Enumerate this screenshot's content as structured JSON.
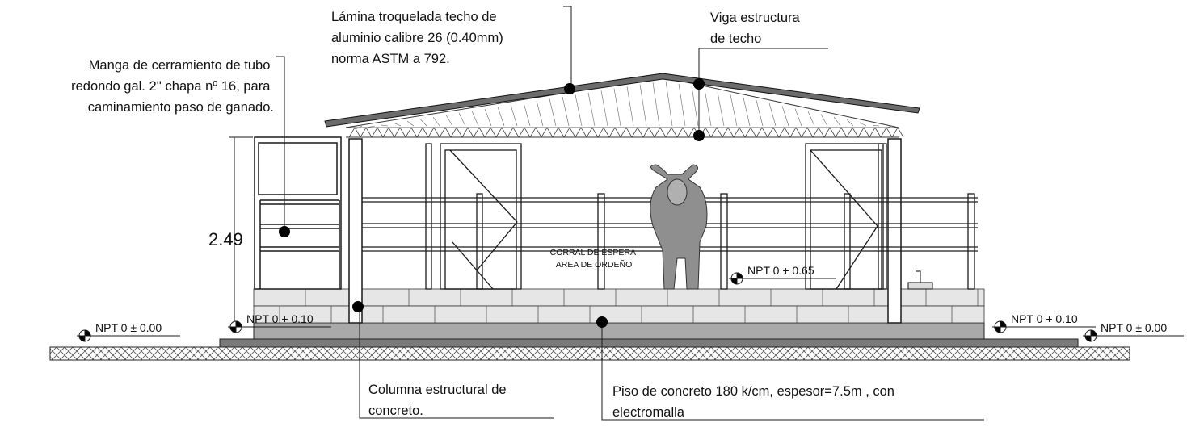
{
  "labels": {
    "roof_sheet": [
      "Lámina troquelada techo de",
      "aluminio calibre 26 (0.40mm)",
      "norma ASTM a 792."
    ],
    "roof_beam": [
      "Viga estructura",
      "de techo"
    ],
    "fence_sleeve": [
      "Manga de cerramiento de tubo",
      "redondo gal. 2'' chapa nº 16, para",
      "caminamiento paso de ganado."
    ],
    "column": [
      "Columna estructural de",
      "concreto."
    ],
    "floor": [
      "Piso de concreto 180 k/cm, espesor=7.5m , con",
      "electromalla"
    ],
    "corral": [
      "CORRAL DE ESPERA",
      "AREA DE ORDEÑO"
    ],
    "height_dim": "2.49",
    "npt_ground_left": "NPT  0 ± 0.00",
    "npt_slab_left": "NPT  0 + 0.10",
    "npt_platform": "NPT  0 + 0.65",
    "npt_slab_right": "NPT  0 + 0.10",
    "npt_ground_right": "NPT  0 ± 0.00"
  },
  "colors": {
    "line": "#1a1a1a",
    "roof": "#6b6b6b",
    "slab": "#a9a9a9",
    "base": "#7a7a7a",
    "bricks": "#e6e6e6",
    "ground_hatch": "#555555"
  }
}
